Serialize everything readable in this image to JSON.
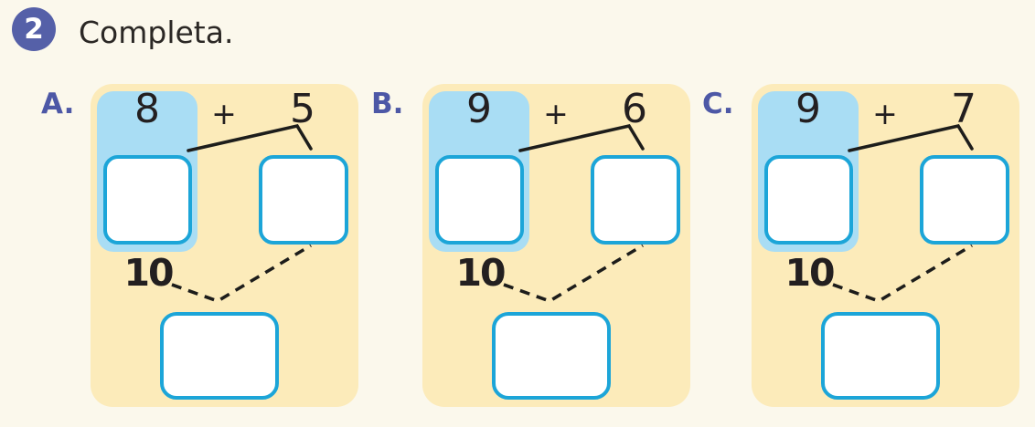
{
  "header": {
    "number": "2",
    "title": "Completa."
  },
  "colors": {
    "page_background": "#fbf8ec",
    "badge": "#5560a8",
    "exercise_label": "#4d58a6",
    "panel_background": "#fcebba",
    "first_addend_highlight": "#a9ddf4",
    "answer_box_border": "#1ca5d8",
    "line": "#1d1d1b",
    "text": "#231f20"
  },
  "exercises": [
    {
      "label": "A.",
      "addend1": "8",
      "operator": "+",
      "addend2": "5",
      "ten_label": "10"
    },
    {
      "label": "B.",
      "addend1": "9",
      "operator": "+",
      "addend2": "6",
      "ten_label": "10"
    },
    {
      "label": "C.",
      "addend1": "9",
      "operator": "+",
      "addend2": "7",
      "ten_label": "10"
    }
  ]
}
